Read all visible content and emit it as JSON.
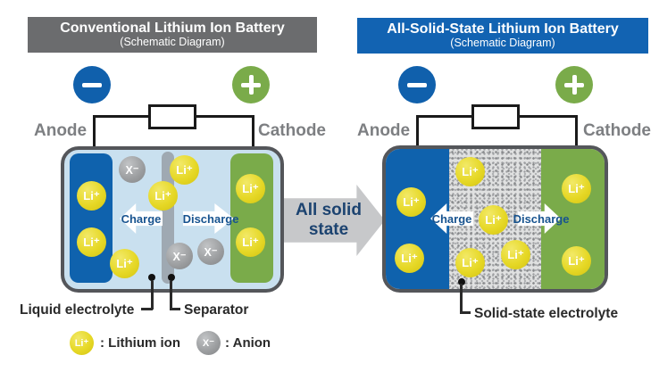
{
  "left_panel": {
    "header": {
      "title": "Conventional Lithium Ion Battery",
      "subtitle": "(Schematic Diagram)"
    },
    "anode_label": "Anode",
    "cathode_label": "Cathode",
    "charge_label": "Charge",
    "discharge_label": "Discharge",
    "liquid_electrolyte_label": "Liquid electrolyte",
    "separator_label": "Separator"
  },
  "right_panel": {
    "header": {
      "title": "All-Solid-State Lithium Ion Battery",
      "subtitle": "(Schematic Diagram)"
    },
    "anode_label": "Anode",
    "cathode_label": "Cathode",
    "charge_label": "Charge",
    "discharge_label": "Discharge",
    "solid_electrolyte_label": "Solid-state electrolyte"
  },
  "center_arrow": {
    "line1": "All solid",
    "line2": "state"
  },
  "ions": {
    "lithium": "Li⁺",
    "anion": "X⁻"
  },
  "legend": {
    "lithium_label": ": Lithium ion",
    "anion_label": ": Anion"
  },
  "colors": {
    "header_gray": "#6b6c6e",
    "header_blue": "#1263b2",
    "anode_blue": "#0f62ad",
    "cathode_green": "#7aab4a",
    "electrolyte_light_blue": "#c9e0ef",
    "separator_gray": "#9fa9b2",
    "lithium_yellow": "#e6d826",
    "anion_gray": "#9a9c9e",
    "charge_text_blue": "#17538f",
    "cell_border": "#54565a",
    "center_arrow_gray": "#c7c8ca"
  }
}
